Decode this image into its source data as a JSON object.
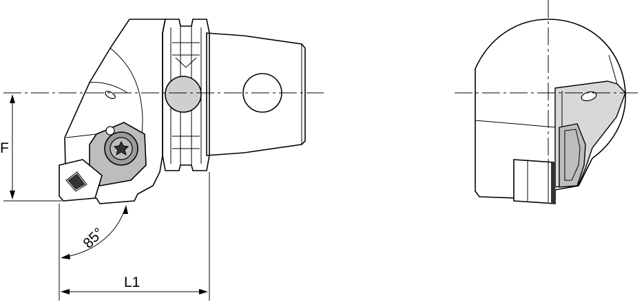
{
  "dimensions": {
    "f_label": "F",
    "l1_label": "L1",
    "angle_label": "85°"
  },
  "colors": {
    "body": "#cfcfcf",
    "line": "#000000",
    "background": "#ffffff"
  }
}
